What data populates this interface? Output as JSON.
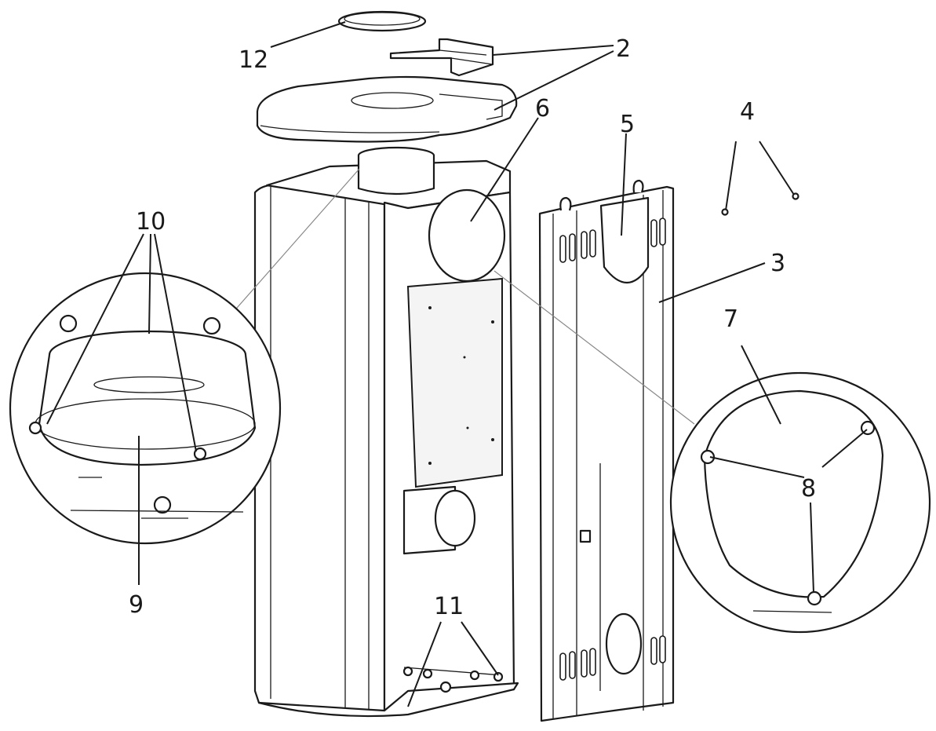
{
  "callouts": [
    {
      "id": "c12",
      "text": "12"
    },
    {
      "id": "c2",
      "text": "2"
    },
    {
      "id": "c6",
      "text": "6"
    },
    {
      "id": "c5",
      "text": "5"
    },
    {
      "id": "c4",
      "text": "4"
    },
    {
      "id": "c3",
      "text": "3"
    },
    {
      "id": "c10",
      "text": "10"
    },
    {
      "id": "c7",
      "text": "7"
    },
    {
      "id": "c8",
      "text": "8"
    },
    {
      "id": "c9",
      "text": "9"
    },
    {
      "id": "c11",
      "text": "11"
    }
  ]
}
